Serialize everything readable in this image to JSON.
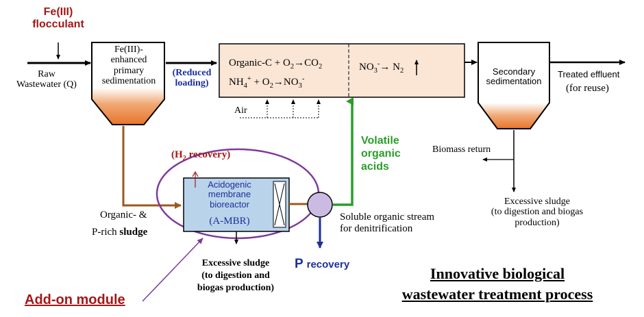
{
  "labels": {
    "fe_flocculant": "Fe(III)\nflocculant",
    "raw_wastewater": "Raw\nWastewater (Q)",
    "primary_sed": "Fe(III)-\nenhanced\nprimary\nsedimentation",
    "reduced_loading": "(Reduced\nloading)",
    "reaction_1_left": "Organic-C + O",
    "reaction_1_mid": "2",
    "reaction_1_arrow": "→CO",
    "reaction_1_right": "2",
    "reaction_2_left": "NH",
    "reaction_2_sub": "4",
    "reaction_2_sup": "+",
    "reaction_2_mid": " + O",
    "reaction_2_sub2": "2",
    "reaction_2_arrow": "→NO",
    "reaction_2_sub3": "3",
    "reaction_2_sup2": "-",
    "denit_left": "NO",
    "denit_sub": "3",
    "denit_sup": "-",
    "denit_arrow": "→ N",
    "denit_sub2": "2",
    "air": "Air",
    "secondary_sed": "Secondary\nsedimentation",
    "treated_effluent_1": "Treated effluent",
    "treated_effluent_2": "(for reuse)",
    "biomass_return": "Biomass return",
    "excessive_sludge_right": "Excessive sludge\n(to digestion and biogas\nproduction)",
    "volatile_acids": "Volatile\norganic\nacids",
    "h2_recovery_pre": "(H",
    "h2_recovery_sub": "2",
    "h2_recovery_post": " recovery)",
    "ambr": "Acidogenic\nmembrane\nbioreactor",
    "ambr_abbr": "(A-MBR)",
    "organic_sludge_1": "Organic- &",
    "organic_sludge_2": "P-rich ",
    "organic_sludge_bold": "sludge",
    "soluble_stream": "Soluble organic stream\nfor denitrification",
    "p_recovery_big": "P ",
    "p_recovery_small": "recovery",
    "excessive_sludge_mid": "Excessive sludge\n(to digestion and\nbiogas production)",
    "addon_module": "Add-on module",
    "title_1": "Innovative biological",
    "title_2": "wastewater treatment process"
  },
  "colors": {
    "red": "#a31818",
    "blue": "#1c2f9c",
    "green": "#2a9d2a",
    "brown": "#9a5a1e",
    "purple": "#7d3a9a",
    "reactor_fill": "#fbe6d6",
    "mbr_fill": "#b9d3ea",
    "sludge_orange": "#e8742a"
  }
}
